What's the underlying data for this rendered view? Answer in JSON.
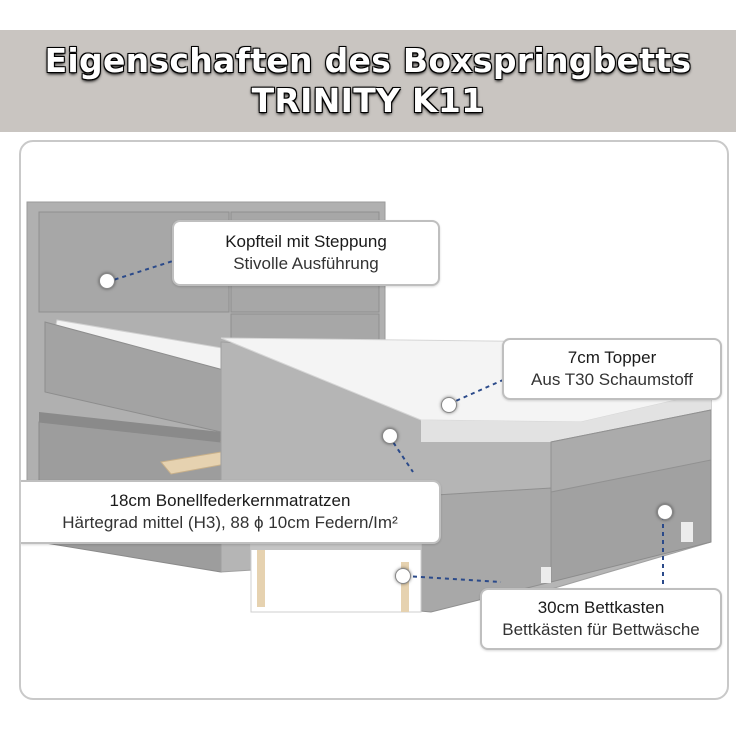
{
  "header": {
    "title_line1": "Eigenschaften des Boxspringbetts",
    "title_line2": "TRINITY K11",
    "background": "#c9c5c1"
  },
  "callouts": {
    "kopfteil": {
      "title": "Kopfteil mit Steppung",
      "subtitle": "Stivolle Ausführung"
    },
    "topper": {
      "title": "7cm Topper",
      "subtitle": "Aus T30 Schaumstoff"
    },
    "matratze": {
      "title": "18cm Bonellfederkernmatratzen",
      "subtitle": "Härtegrad mittel (H3), 88 ϕ 10cm Federn/Im²"
    },
    "bettkasten": {
      "title": "30cm Bettkasten",
      "subtitle": "Bettkästen für Bettwäsche"
    }
  },
  "colors": {
    "fabric": "#a9a9a9",
    "fabric_dark": "#8e8e8e",
    "wood": "#e6d2b0",
    "panel_border": "#c9c9c9"
  }
}
